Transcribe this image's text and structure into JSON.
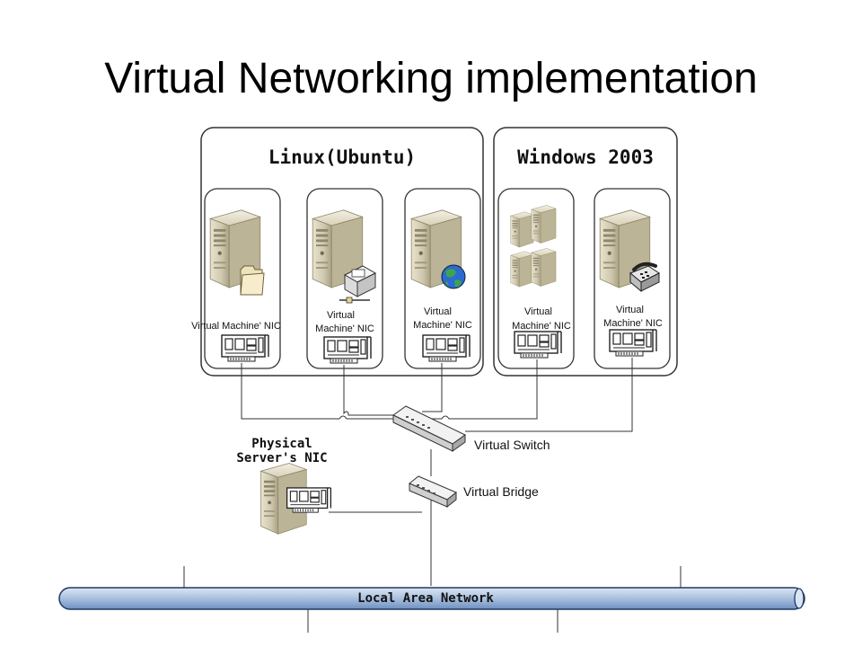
{
  "slide": {
    "title": "Virtual Networking implementation"
  },
  "groups": {
    "linux": "Linux(Ubuntu)",
    "windows": "Windows 2003"
  },
  "vms": [
    {
      "nic_label_1": "Virtual Machine' NIC",
      "nic_label_2": "",
      "badge_icon": "folder-icon"
    },
    {
      "nic_label_1": "Virtual",
      "nic_label_2": "Machine' NIC",
      "badge_icon": "printer-icon"
    },
    {
      "nic_label_1": "Virtual",
      "nic_label_2": "Machine' NIC",
      "badge_icon": "globe-icon"
    },
    {
      "nic_label_1": "Virtual",
      "nic_label_2": "Machine' NIC",
      "badge_icon": "server-cluster-icon"
    },
    {
      "nic_label_1": "Virtual",
      "nic_label_2": "Machine' NIC",
      "badge_icon": "telephone-icon"
    }
  ],
  "physical": {
    "line1": "Physical",
    "line2": "Server's NIC"
  },
  "switch": {
    "label": "Virtual Switch"
  },
  "bridge": {
    "label": "Virtual Bridge"
  },
  "lan": {
    "label": "Local Area Network"
  },
  "colors": {
    "lan_fill": "#b8cce4",
    "lan_stroke": "#1f3864",
    "frame": "#333333"
  }
}
